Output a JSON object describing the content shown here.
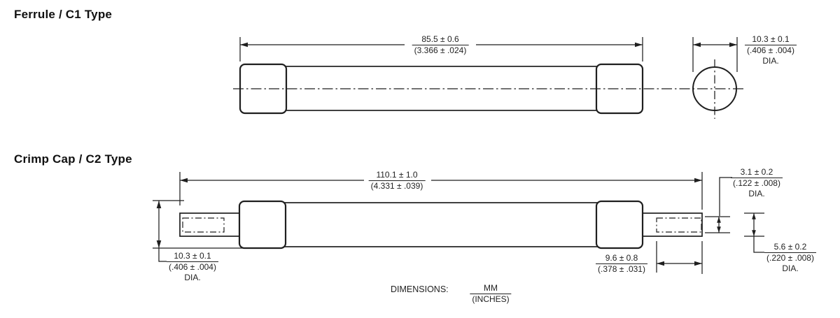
{
  "page": {
    "background": "#ffffff",
    "ink": "#1f1f1f"
  },
  "sections": {
    "c1": {
      "title": "Ferrule / C1 Type",
      "length": {
        "mm": "85.5 ± 0.6",
        "inches": "(3.366 ± .024)"
      },
      "diameter": {
        "mm": "10.3 ± 0.1",
        "inches": "(.406 ± .004)",
        "suffix": "DIA."
      }
    },
    "c2": {
      "title": "Crimp Cap / C2 Type",
      "length": {
        "mm": "110.1 ± 1.0",
        "inches": "(4.331 ± .039)"
      },
      "cap_diameter": {
        "mm": "10.3 ± 0.1",
        "inches": "(.406 ± .004)",
        "suffix": "DIA."
      },
      "crimp_diameter": {
        "mm": "3.1 ± 0.2",
        "inches": "(.122 ± .008)",
        "suffix": "DIA."
      },
      "terminal_length": {
        "mm": "9.6 ± 0.8",
        "inches": "(.378 ± .031)"
      },
      "terminal_diameter": {
        "mm": "5.6 ± 0.2",
        "inches": "(.220 ± .008)",
        "suffix": "DIA."
      }
    }
  },
  "footer": {
    "label": "DIMENSIONS:",
    "numerator": "MM",
    "denominator": "(INCHES)"
  }
}
